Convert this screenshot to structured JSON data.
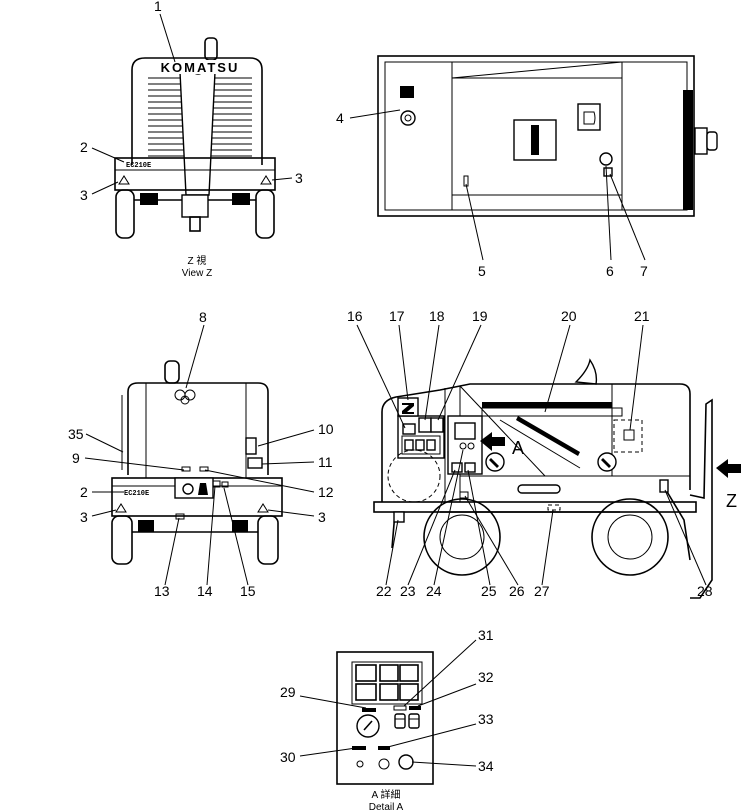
{
  "callouts": {
    "c1": "1",
    "c2": "2",
    "c3": "3",
    "c4": "4",
    "c5": "5",
    "c6": "6",
    "c7": "7",
    "c8": "8",
    "c9": "9",
    "c10": "10",
    "c11": "11",
    "c12": "12",
    "c13": "13",
    "c14": "14",
    "c15": "15",
    "c16": "16",
    "c17": "17",
    "c18": "18",
    "c19": "19",
    "c20": "20",
    "c21": "21",
    "c22": "22",
    "c23": "23",
    "c24": "24",
    "c25": "25",
    "c26": "26",
    "c27": "27",
    "c28": "28",
    "c29": "29",
    "c30": "30",
    "c31": "31",
    "c32": "32",
    "c33": "33",
    "c34": "34",
    "c35": "35"
  },
  "captions": {
    "view_z_jp": "Z 視",
    "view_z_en": "View Z",
    "detail_a_jp": "A 詳細",
    "detail_a_en": "Detail A",
    "arrow_a": "A",
    "arrow_z": "Z"
  },
  "decals": {
    "logo": "KOMATSU",
    "model": "EC210E"
  }
}
